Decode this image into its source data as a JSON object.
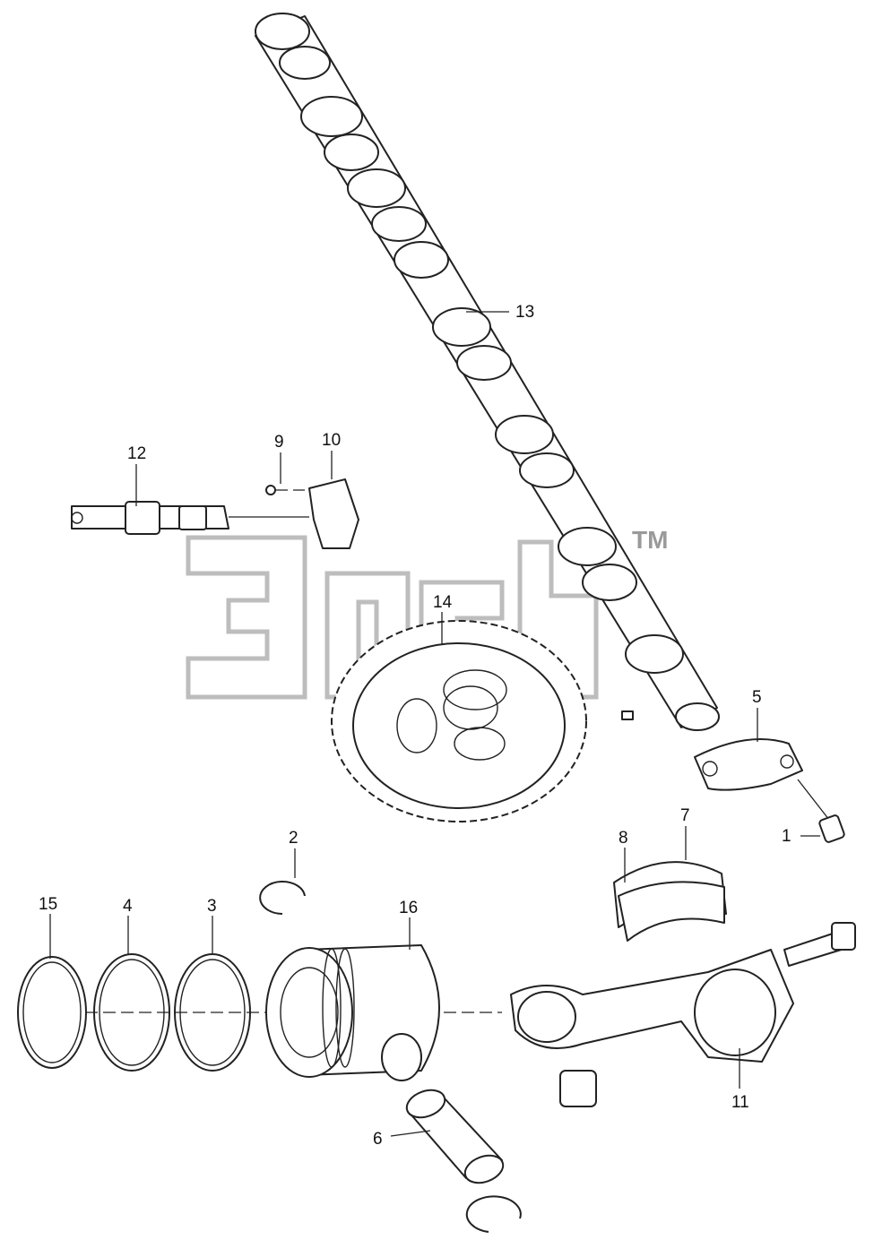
{
  "callouts": [
    {
      "id": "1",
      "label": "1"
    },
    {
      "id": "2",
      "label": "2"
    },
    {
      "id": "3",
      "label": "3"
    },
    {
      "id": "4",
      "label": "4"
    },
    {
      "id": "5",
      "label": "5"
    },
    {
      "id": "6",
      "label": "6"
    },
    {
      "id": "7",
      "label": "7"
    },
    {
      "id": "8",
      "label": "8"
    },
    {
      "id": "9",
      "label": "9"
    },
    {
      "id": "10",
      "label": "10"
    },
    {
      "id": "11",
      "label": "11"
    },
    {
      "id": "12",
      "label": "12"
    },
    {
      "id": "13",
      "label": "13"
    },
    {
      "id": "14",
      "label": "14"
    },
    {
      "id": "15",
      "label": "15"
    },
    {
      "id": "16",
      "label": "16"
    }
  ],
  "watermark": {
    "text": "ЭTcb",
    "trademark": "TM"
  }
}
